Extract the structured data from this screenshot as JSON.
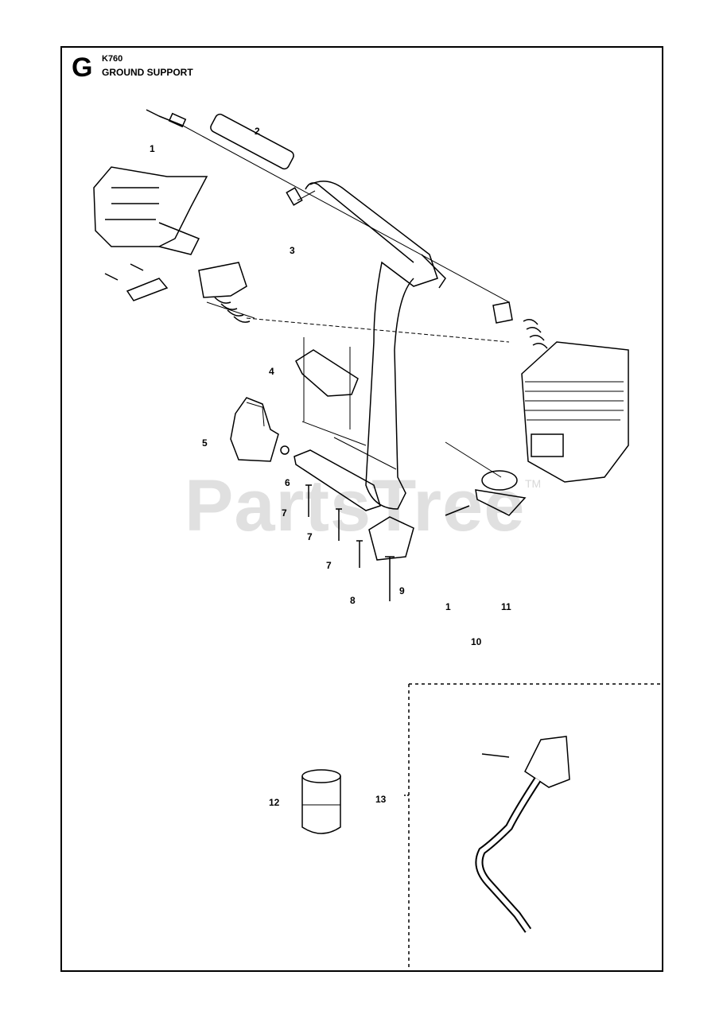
{
  "header": {
    "section_letter": "G",
    "model": "K760",
    "title": "GROUND SUPPORT"
  },
  "watermark": {
    "text": "PartsTree",
    "mark": "TM"
  },
  "callouts": [
    {
      "id": "c1a",
      "label": "1"
    },
    {
      "id": "c2",
      "label": "2"
    },
    {
      "id": "c3",
      "label": "3"
    },
    {
      "id": "c4",
      "label": "4"
    },
    {
      "id": "c5",
      "label": "5"
    },
    {
      "id": "c6",
      "label": "6"
    },
    {
      "id": "c7a",
      "label": "7"
    },
    {
      "id": "c7b",
      "label": "7"
    },
    {
      "id": "c7c",
      "label": "7"
    },
    {
      "id": "c8",
      "label": "8"
    },
    {
      "id": "c9",
      "label": "9"
    },
    {
      "id": "c1b",
      "label": "1"
    },
    {
      "id": "c11",
      "label": "11"
    },
    {
      "id": "c10",
      "label": "10"
    },
    {
      "id": "c12",
      "label": "12"
    },
    {
      "id": "c13",
      "label": "13"
    }
  ]
}
